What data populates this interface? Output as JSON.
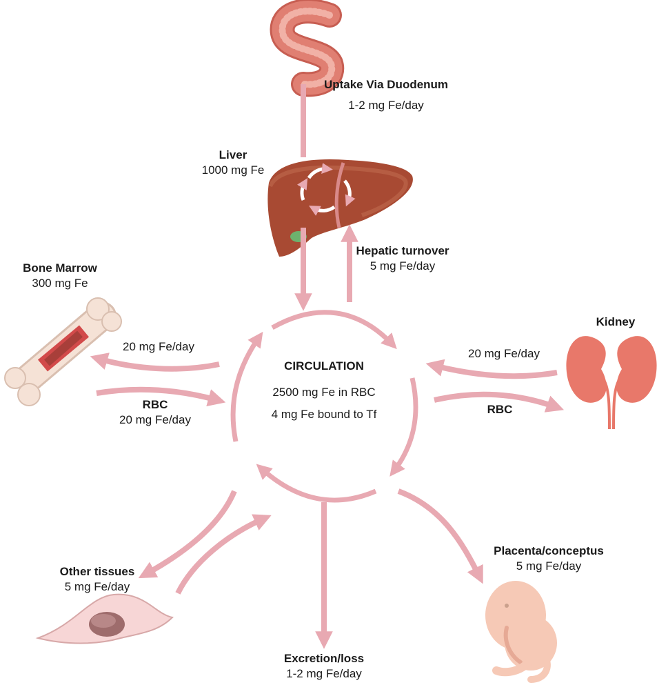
{
  "circulation": {
    "title": "CIRCULATION",
    "line1": "2500 mg Fe in RBC",
    "line2": "4 mg Fe bound to Tf"
  },
  "duodenum": {
    "title": "Uptake Via Duodenum",
    "rate": "1-2 mg Fe/day"
  },
  "liver": {
    "title": "Liver",
    "amount": "1000 mg Fe"
  },
  "hepatic": {
    "title": "Hepatic turnover",
    "rate": "5 mg Fe/day"
  },
  "bone_marrow": {
    "title": "Bone Marrow",
    "amount": "300 mg Fe",
    "out_rate": "20 mg Fe/day",
    "rbc_label": "RBC",
    "rbc_rate": "20 mg Fe/day"
  },
  "kidney": {
    "title": "Kidney",
    "out_rate": "20 mg Fe/day",
    "rbc_label": "RBC"
  },
  "other_tissues": {
    "title": "Other tissues",
    "rate": "5 mg Fe/day"
  },
  "placenta": {
    "title": "Placenta/conceptus",
    "rate": "5 mg Fe/day"
  },
  "excretion": {
    "title": "Excretion/loss",
    "rate": "1-2 mg Fe/day"
  },
  "colors": {
    "arrow": "#e8a9b2",
    "intestine": "#e07f72",
    "liver": "#a84a33",
    "kidney": "#e8786a",
    "bone": "#f5e2d6",
    "marrow": "#a83f3a",
    "cell": "#f7d6d6",
    "nucleus": "#9e6c6c",
    "fetus": "#f6c9b6"
  }
}
